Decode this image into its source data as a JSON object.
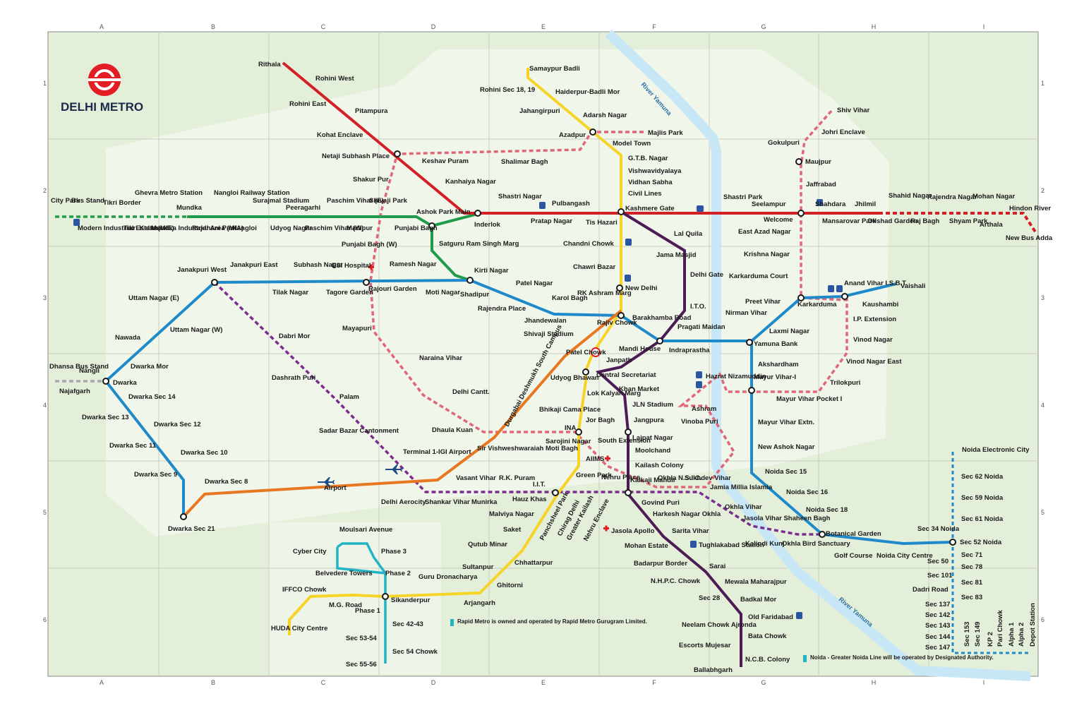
{
  "title": "DELHI METRO",
  "grid": {
    "cols": [
      "A",
      "B",
      "C",
      "D",
      "E",
      "F",
      "G",
      "H",
      "I"
    ],
    "rows": [
      "1",
      "2",
      "3",
      "4",
      "5",
      "6"
    ]
  },
  "rivers": [
    "River Yamuna",
    "River Yamuna"
  ],
  "notes": [
    "Rapid Metro is owned and operated by Rapid Metro Gurugram Limited.",
    "Noida - Greater Noida Line will be operated by Designated Authority."
  ],
  "colors": {
    "red": "#d32027",
    "yellow": "#f5d327",
    "blue": "#1f8ac9",
    "green": "#1f9b4a",
    "violet": "#4d1c56",
    "magenta": "#7b2d8f",
    "pink": "#e0667a",
    "orange": "#e87722",
    "grey": "#a7a9ac",
    "aqua": "#20b4c4",
    "river": "#c7e7f7"
  },
  "stations": {
    "s001": "Rithala",
    "s002": "Rohini West",
    "s003": "Rohini East",
    "s004": "Pitampura",
    "s005": "Kohat Enclave",
    "s006": "Netaji Subhash Place",
    "s007": "Keshav Puram",
    "s008": "Kanhaiya Nagar",
    "s009": "Inderlok",
    "s010": "Shastri Nagar",
    "s011": "Pratap Nagar",
    "s012": "Pulbangash",
    "s013": "Tis Hazari",
    "s014": "Kashmere Gate",
    "s015": "Shastri Park",
    "s016": "Seelampur",
    "s017": "Welcome",
    "s018": "Shahdara",
    "s019": "Mansarovar Park",
    "s020": "Jhilmil",
    "s021": "Dilshad Garden",
    "s022": "Shahid Nagar",
    "s023": "Raj Bagh",
    "s024": "Rajendra Nagar",
    "s025": "Shyam Park",
    "s026": "Mohan Nagar",
    "s027": "Arthala",
    "s028": "Hindon River",
    "s029": "New Bus Adda",
    "s030": "Samaypur Badli",
    "s031": "Rohini Sec 18, 19",
    "s032": "Haiderpur-Badli Mor",
    "s033": "Jahangirpuri",
    "s034": "Adarsh Nagar",
    "s035": "Azadpur",
    "s036": "Model Town",
    "s037": "G.T.B. Nagar",
    "s038": "Vishwavidyalaya",
    "s039": "Vidhan Sabha",
    "s040": "Civil Lines",
    "s041": "Chandni Chowk",
    "s042": "Chawri Bazar",
    "s043": "New Delhi",
    "s044": "Rajiv Chowk",
    "s045": "Patel Chowk",
    "s046": "Central Secretariat",
    "s047": "Udyog Bhawan",
    "s048": "Lok Kalyan Marg",
    "s049": "Jor Bagh",
    "s050": "INA",
    "s051": "AIIMS",
    "s052": "Green Park",
    "s053": "Hauz Khas",
    "s054": "Malviya Nagar",
    "s055": "Saket",
    "s056": "Qutub Minar",
    "s057": "Chhattarpur",
    "s058": "Sultanpur",
    "s059": "Ghitorni",
    "s060": "Arjangarh",
    "s061": "Guru Dronacharya",
    "s062": "Sikanderpur",
    "s063": "M.G. Road",
    "s064": "IFFCO Chowk",
    "s065": "HUDA City Centre",
    "s066": "City Park",
    "s067": "Bus Stand",
    "s068": "Tikri Border",
    "s069": "Ghevra Metro Station",
    "s070": "Mundka",
    "s071": "Nangloi Railway Station",
    "s072": "Surajmal Stadium",
    "s073": "Peeragarhi",
    "s074": "Paschim Vihar (E)",
    "s075": "Shivaji Park",
    "s076": "Ashok Park Main",
    "s077": "Modern Industrial Estate (MIE)",
    "s078": "Tikri Kalan",
    "s079": "Mundka Industrial Area (MIA)",
    "s080": "Rajdhani Park",
    "s081": "Nangloi",
    "s082": "Udyog Nagar",
    "s083": "Paschim Vihar (W)",
    "s084": "Madipur",
    "s085": "Punjabi Bagh",
    "s086": "Punjabi Bagh (W)",
    "s087": "Satguru Ram Singh Marg",
    "s088": "Kirti Nagar",
    "s089": "Janakpuri West",
    "s090": "Janakpuri East",
    "s091": "Subhash Nagar",
    "s092": "ESI Hospital",
    "s093": "Ramesh Nagar",
    "s094": "Tilak Nagar",
    "s095": "Tagore Garden",
    "s096": "Rajouri Garden",
    "s097": "Moti Nagar",
    "s098": "Shadipur",
    "s099": "Patel Nagar",
    "s100": "Rajendra Place",
    "s101": "Karol Bagh",
    "s102": "Jhandewalan",
    "s103": "RK Ashram Marg",
    "s104": "Barakhamba Road",
    "s105": "Mandi House",
    "s106": "Pragati Maidan",
    "s107": "Indraprastha",
    "s108": "Yamuna Bank",
    "s109": "Laxmi Nagar",
    "s110": "Nirman Vihar",
    "s111": "Preet Vihar",
    "s112": "Karkarduma",
    "s113": "Anand Vihar I.S.B.T.",
    "s114": "Kaushambi",
    "s115": "Vaishali",
    "s116": "Akshardham",
    "s117": "Mayur Vihar-I",
    "s118": "Mayur Vihar Extn.",
    "s119": "New Ashok Nagar",
    "s120": "Noida Sec 15",
    "s121": "Noida Sec 16",
    "s122": "Noida Sec 18",
    "s123": "Botanical Garden",
    "s124": "Golf Course",
    "s125": "Noida City Centre",
    "s126": "Sec 34 Noida",
    "s127": "Sec 52 Noida",
    "s128": "Uttam Nagar (E)",
    "s129": "Uttam Nagar (W)",
    "s130": "Nawada",
    "s131": "Dwarka Mor",
    "s132": "Dwarka",
    "s133": "Nangli",
    "s134": "Dhansa Bus Stand",
    "s135": "Najafgarh",
    "s136": "Dwarka Sec 14",
    "s137": "Dwarka Sec 13",
    "s138": "Dwarka Sec 12",
    "s139": "Dwarka Sec 11",
    "s140": "Dwarka Sec 10",
    "s141": "Dwarka Sec 9",
    "s142": "Dwarka Sec 8",
    "s143": "Dwarka Sec 21",
    "s144": "Airport",
    "s145": "Delhi Aerocity",
    "s146": "Dhaula Kuan",
    "s147": "Durgabai Deshmukh South Campus",
    "s148": "Shivaji Stadium",
    "s149": "Terminal 1-IGI Airport",
    "s150": "Dabri Mor",
    "s151": "Dashrath Puri",
    "s152": "Palam",
    "s153": "Sadar Bazar Cantonment",
    "s154": "Shankar Vihar",
    "s155": "Vasant Vihar",
    "s156": "Munirka",
    "s157": "R.K. Puram",
    "s158": "I.I.T.",
    "s159": "Panchsheel Park",
    "s160": "Chirag Delhi",
    "s161": "Greater Kailash",
    "s162": "Nehru Enclave",
    "s163": "Kalkaji Mandir",
    "s164": "Okhla N.S.I.C.",
    "s165": "Sukhdev Vihar",
    "s166": "Jamia Millia Islamia",
    "s167": "Okhla Vihar",
    "s168": "Jasola Vihar Shaheen Bagh",
    "s169": "Kalindi Kunj",
    "s170": "Okhla Bird Sanctuary",
    "s171": "Lal Quila",
    "s172": "Jama Masjid",
    "s173": "Delhi Gate",
    "s174": "I.T.O.",
    "s175": "Janpath",
    "s176": "Khan Market",
    "s177": "JLN Stadium",
    "s178": "Jangpura",
    "s179": "Lajpat Nagar",
    "s180": "Moolchand",
    "s181": "Kailash Colony",
    "s182": "Nehru Place",
    "s183": "Govind Puri",
    "s184": "Harkesh Nagar Okhla",
    "s185": "Jasola Apollo",
    "s186": "Sarita Vihar",
    "s187": "Mohan Estate",
    "s188": "Tughlakabad Station",
    "s189": "Badarpur Border",
    "s190": "Sarai",
    "s191": "N.H.P.C. Chowk",
    "s192": "Mewala Maharajpur",
    "s193": "Sec 28",
    "s194": "Badkal Mor",
    "s195": "Old Faridabad",
    "s196": "Neelam Chowk Ajronda",
    "s197": "Bata Chowk",
    "s198": "Escorts Mujesar",
    "s199": "N.C.B. Colony",
    "s200": "Ballabhgarh",
    "s201": "Shiv Vihar",
    "s202": "Johri Enclave",
    "s203": "Gokulpuri",
    "s204": "Maujpur",
    "s205": "Jaffrabad",
    "s206": "East Azad Nagar",
    "s207": "Krishna Nagar",
    "s208": "Karkarduma Court",
    "s209": "I.P. Extension",
    "s210": "Vinod Nagar",
    "s211": "Vinod Nagar East",
    "s212": "Trilokpuri",
    "s213": "Mayur Vihar Pocket I",
    "s214": "Hazrat Nizamuddin",
    "s215": "Ashram",
    "s216": "Vinoba Puri",
    "s217": "Lajpat Nagar",
    "s218": "South Extension",
    "s219": "Sir Vishweshwaraiah Moti Bagh",
    "s220": "Bhikaji Cama Place",
    "s221": "Sarojini Nagar",
    "s222": "Naraina Vihar",
    "s223": "Delhi Cantt.",
    "s224": "Mayapuri",
    "s225": "Shakur Pur",
    "s226": "Shalimar Bagh",
    "s227": "Majlis Park",
    "s228": "Moulsari Avenue",
    "s229": "Phase 3",
    "s230": "Cyber City",
    "s231": "Belvedere Towers",
    "s232": "Phase 2",
    "s233": "Phase 1",
    "s234": "Sec 42-43",
    "s235": "Sec 53-54",
    "s236": "Sec 54 Chowk",
    "s237": "Sec 55-56",
    "s238": "Noida Electronic City",
    "s239": "Sec 62 Noida",
    "s240": "Sec 59 Noida",
    "s241": "Sec 61 Noida",
    "s242": "Sec 50",
    "s243": "Sec 101",
    "s244": "Dadri Road",
    "s245": "Sec 137",
    "s246": "Sec 142",
    "s247": "Sec 143",
    "s248": "Sec 144",
    "s249": "Sec 147",
    "s250": "Sec 71",
    "s251": "Sec 78",
    "s252": "Sec 81",
    "s253": "Sec 83",
    "s254": "Sec 153",
    "s255": "Sec 149",
    "s256": "KP 2",
    "s257": "Pari Chowk",
    "s258": "Alpha 1",
    "s259": "Alpha 2",
    "s260": "Depot Station"
  }
}
